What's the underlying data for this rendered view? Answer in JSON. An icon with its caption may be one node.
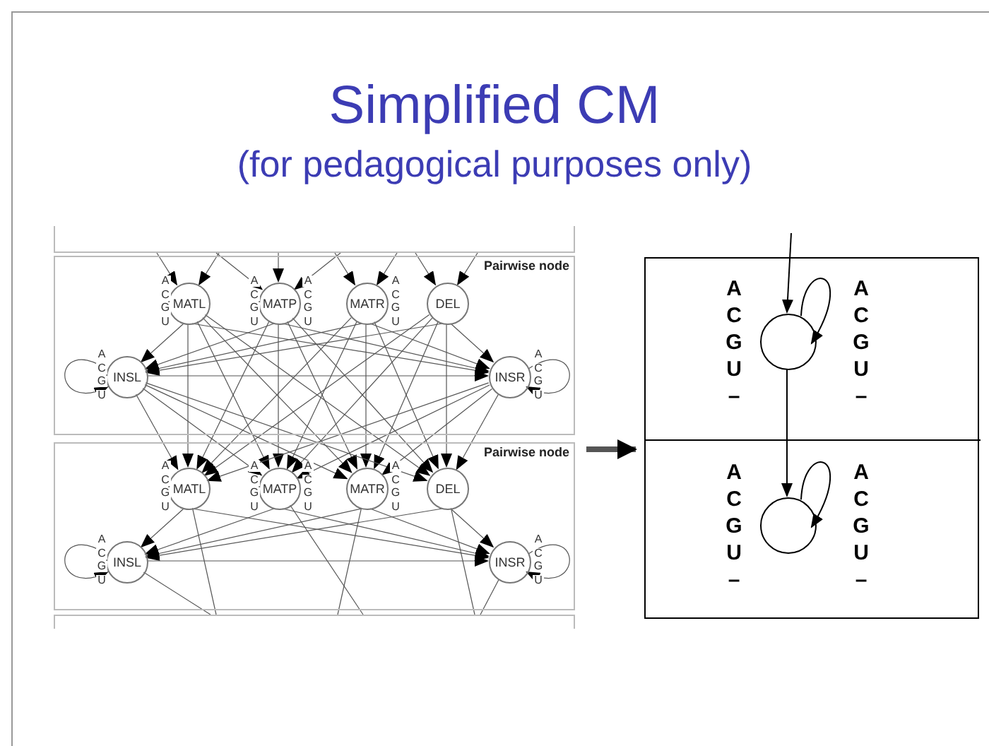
{
  "diagram": {
    "title": "Simplified CM",
    "nodes": [
      {
        "text": [],
        "shape": "box"
      },
      {
        "text": [
          "Pairwise node"
        ]
      },
      {
        "text": [
          "MATL"
        ],
        "in": 1,
        "beside": [
          "A",
          "C",
          "G",
          "U"
        ]
      },
      {
        "text": [
          "MATP"
        ],
        "in": 1,
        "beside": [
          "A",
          "C",
          "G",
          "U",
          "A",
          "C",
          "G",
          "U"
        ]
      },
      {
        "text": [
          "MATR"
        ],
        "in": 1,
        "beside": [
          "A",
          "C",
          "G",
          "U"
        ]
      },
      {
        "text": [
          "DEL"
        ],
        "in": 1
      },
      {
        "text": [
          "INSL"
        ],
        "in": 1,
        "beside": [
          "A",
          "C",
          "G",
          "U"
        ]
      },
      {
        "text": [
          "INSR"
        ],
        "in": 1,
        "beside": [
          "A",
          "C",
          "G",
          "U"
        ]
      },
      {
        "text": [
          "Pairwise node"
        ]
      },
      {
        "text": [
          "MATL"
        ],
        "in": 8,
        "beside": [
          "A",
          "C",
          "G",
          "U"
        ]
      },
      {
        "text": [
          "MATP"
        ],
        "in": 8,
        "beside": [
          "A",
          "C",
          "G",
          "U",
          "A",
          "C",
          "G",
          "U"
        ]
      },
      {
        "text": [
          "MATR"
        ],
        "in": 8,
        "beside": [
          "A",
          "C",
          "G",
          "U"
        ]
      },
      {
        "text": [
          "DEL"
        ],
        "in": 8
      },
      {
        "text": [
          "INSL"
        ],
        "in": 8,
        "beside": [
          "A",
          "C",
          "G",
          "U"
        ]
      },
      {
        "text": [
          "INSR"
        ],
        "in": 8,
        "beside": [
          "A",
          "C",
          "G",
          "U"
        ]
      },
      {
        "text": [],
        "shape": "box"
      },
      {
        "text": [],
        "shape": "box"
      },
      {
        "text": [],
        "shape": "box",
        "in": 16
      },
      {
        "text": [],
        "shape": "circle",
        "in": 17,
        "beside": [
          "A",
          "C",
          "G",
          "U",
          "–",
          "A",
          "C",
          "G",
          "U",
          "–"
        ]
      },
      {
        "text": [],
        "shape": "box",
        "in": 16
      },
      {
        "text": [],
        "shape": "circle",
        "in": 19,
        "beside": [
          "A",
          "C",
          "G",
          "U",
          "–",
          "A",
          "C",
          "G",
          "U",
          "–"
        ]
      }
    ],
    "edges": [
      {
        "from": 0,
        "to": 2,
        "arrow": "to"
      },
      {
        "from": 0,
        "to": 2,
        "arrow": "to"
      },
      {
        "from": 0,
        "to": 3,
        "arrow": "to"
      },
      {
        "from": 0,
        "to": 3,
        "arrow": "to"
      },
      {
        "from": 0,
        "to": 3,
        "arrow": "to"
      },
      {
        "from": 0,
        "to": 4,
        "arrow": "to"
      },
      {
        "from": 0,
        "to": 4,
        "arrow": "to"
      },
      {
        "from": 0,
        "to": 5,
        "arrow": "to"
      },
      {
        "from": 0,
        "to": 5,
        "arrow": "to"
      },
      {
        "from": 2,
        "to": 6,
        "arrow": "to"
      },
      {
        "from": 3,
        "to": 6,
        "arrow": "to"
      },
      {
        "from": 4,
        "to": 6,
        "arrow": "to"
      },
      {
        "from": 5,
        "to": 6,
        "arrow": "to"
      },
      {
        "from": 2,
        "to": 7,
        "arrow": "to"
      },
      {
        "from": 3,
        "to": 7,
        "arrow": "to"
      },
      {
        "from": 4,
        "to": 7,
        "arrow": "to"
      },
      {
        "from": 5,
        "to": 7,
        "arrow": "to"
      },
      {
        "from": 6,
        "to": 6,
        "arrow": "to"
      },
      {
        "from": 7,
        "to": 7,
        "arrow": "to"
      },
      {
        "from": 6,
        "to": 7,
        "arrow": "to"
      },
      {
        "from": 2,
        "to": 9,
        "arrow": "to"
      },
      {
        "from": 2,
        "to": 10,
        "arrow": "to"
      },
      {
        "from": 2,
        "to": 11,
        "arrow": "to"
      },
      {
        "from": 2,
        "to": 12,
        "arrow": "to"
      },
      {
        "from": 3,
        "to": 9,
        "arrow": "to"
      },
      {
        "from": 3,
        "to": 10,
        "arrow": "to"
      },
      {
        "from": 3,
        "to": 11,
        "arrow": "to"
      },
      {
        "from": 3,
        "to": 12,
        "arrow": "to"
      },
      {
        "from": 4,
        "to": 9,
        "arrow": "to"
      },
      {
        "from": 4,
        "to": 10,
        "arrow": "to"
      },
      {
        "from": 4,
        "to": 11,
        "arrow": "to"
      },
      {
        "from": 4,
        "to": 12,
        "arrow": "to"
      },
      {
        "from": 5,
        "to": 9,
        "arrow": "to"
      },
      {
        "from": 5,
        "to": 10,
        "arrow": "to"
      },
      {
        "from": 5,
        "to": 11,
        "arrow": "to"
      },
      {
        "from": 5,
        "to": 12,
        "arrow": "to"
      },
      {
        "from": 6,
        "to": 9,
        "arrow": "to"
      },
      {
        "from": 6,
        "to": 10,
        "arrow": "to"
      },
      {
        "from": 6,
        "to": 11,
        "arrow": "to"
      },
      {
        "from": 6,
        "to": 12,
        "arrow": "to"
      },
      {
        "from": 7,
        "to": 9,
        "arrow": "to"
      },
      {
        "from": 7,
        "to": 10,
        "arrow": "to"
      },
      {
        "from": 7,
        "to": 11,
        "arrow": "to"
      },
      {
        "from": 7,
        "to": 12,
        "arrow": "to"
      },
      {
        "from": 9,
        "to": 13,
        "arrow": "to"
      },
      {
        "from": 10,
        "to": 13,
        "arrow": "to"
      },
      {
        "from": 11,
        "to": 13,
        "arrow": "to"
      },
      {
        "from": 12,
        "to": 13,
        "arrow": "to"
      },
      {
        "from": 9,
        "to": 14,
        "arrow": "to"
      },
      {
        "from": 10,
        "to": 14,
        "arrow": "to"
      },
      {
        "from": 11,
        "to": 14,
        "arrow": "to"
      },
      {
        "from": 12,
        "to": 14,
        "arrow": "to"
      },
      {
        "from": 13,
        "to": 13,
        "arrow": "to"
      },
      {
        "from": 14,
        "to": 14,
        "arrow": "to"
      },
      {
        "from": 13,
        "to": 14,
        "arrow": "to"
      },
      {
        "from": 9,
        "to": 15,
        "arrow": "none"
      },
      {
        "from": 10,
        "to": 15,
        "arrow": "none"
      },
      {
        "from": 11,
        "to": 15,
        "arrow": "none"
      },
      {
        "from": 12,
        "to": 15,
        "arrow": "none"
      },
      {
        "from": 13,
        "to": 15,
        "arrow": "none"
      },
      {
        "from": 14,
        "to": 15,
        "arrow": "none"
      },
      {
        "from": 8,
        "to": 16,
        "arrow": "to",
        "style": "thick"
      },
      {
        "from": null,
        "to": 18,
        "arrow": "to"
      },
      {
        "from": 18,
        "to": 18,
        "arrow": "to"
      },
      {
        "from": 18,
        "to": 20,
        "arrow": "to"
      },
      {
        "from": 20,
        "to": 20,
        "arrow": "to"
      }
    ],
    "labels": [
      "(for pedagogical purposes only)"
    ]
  }
}
